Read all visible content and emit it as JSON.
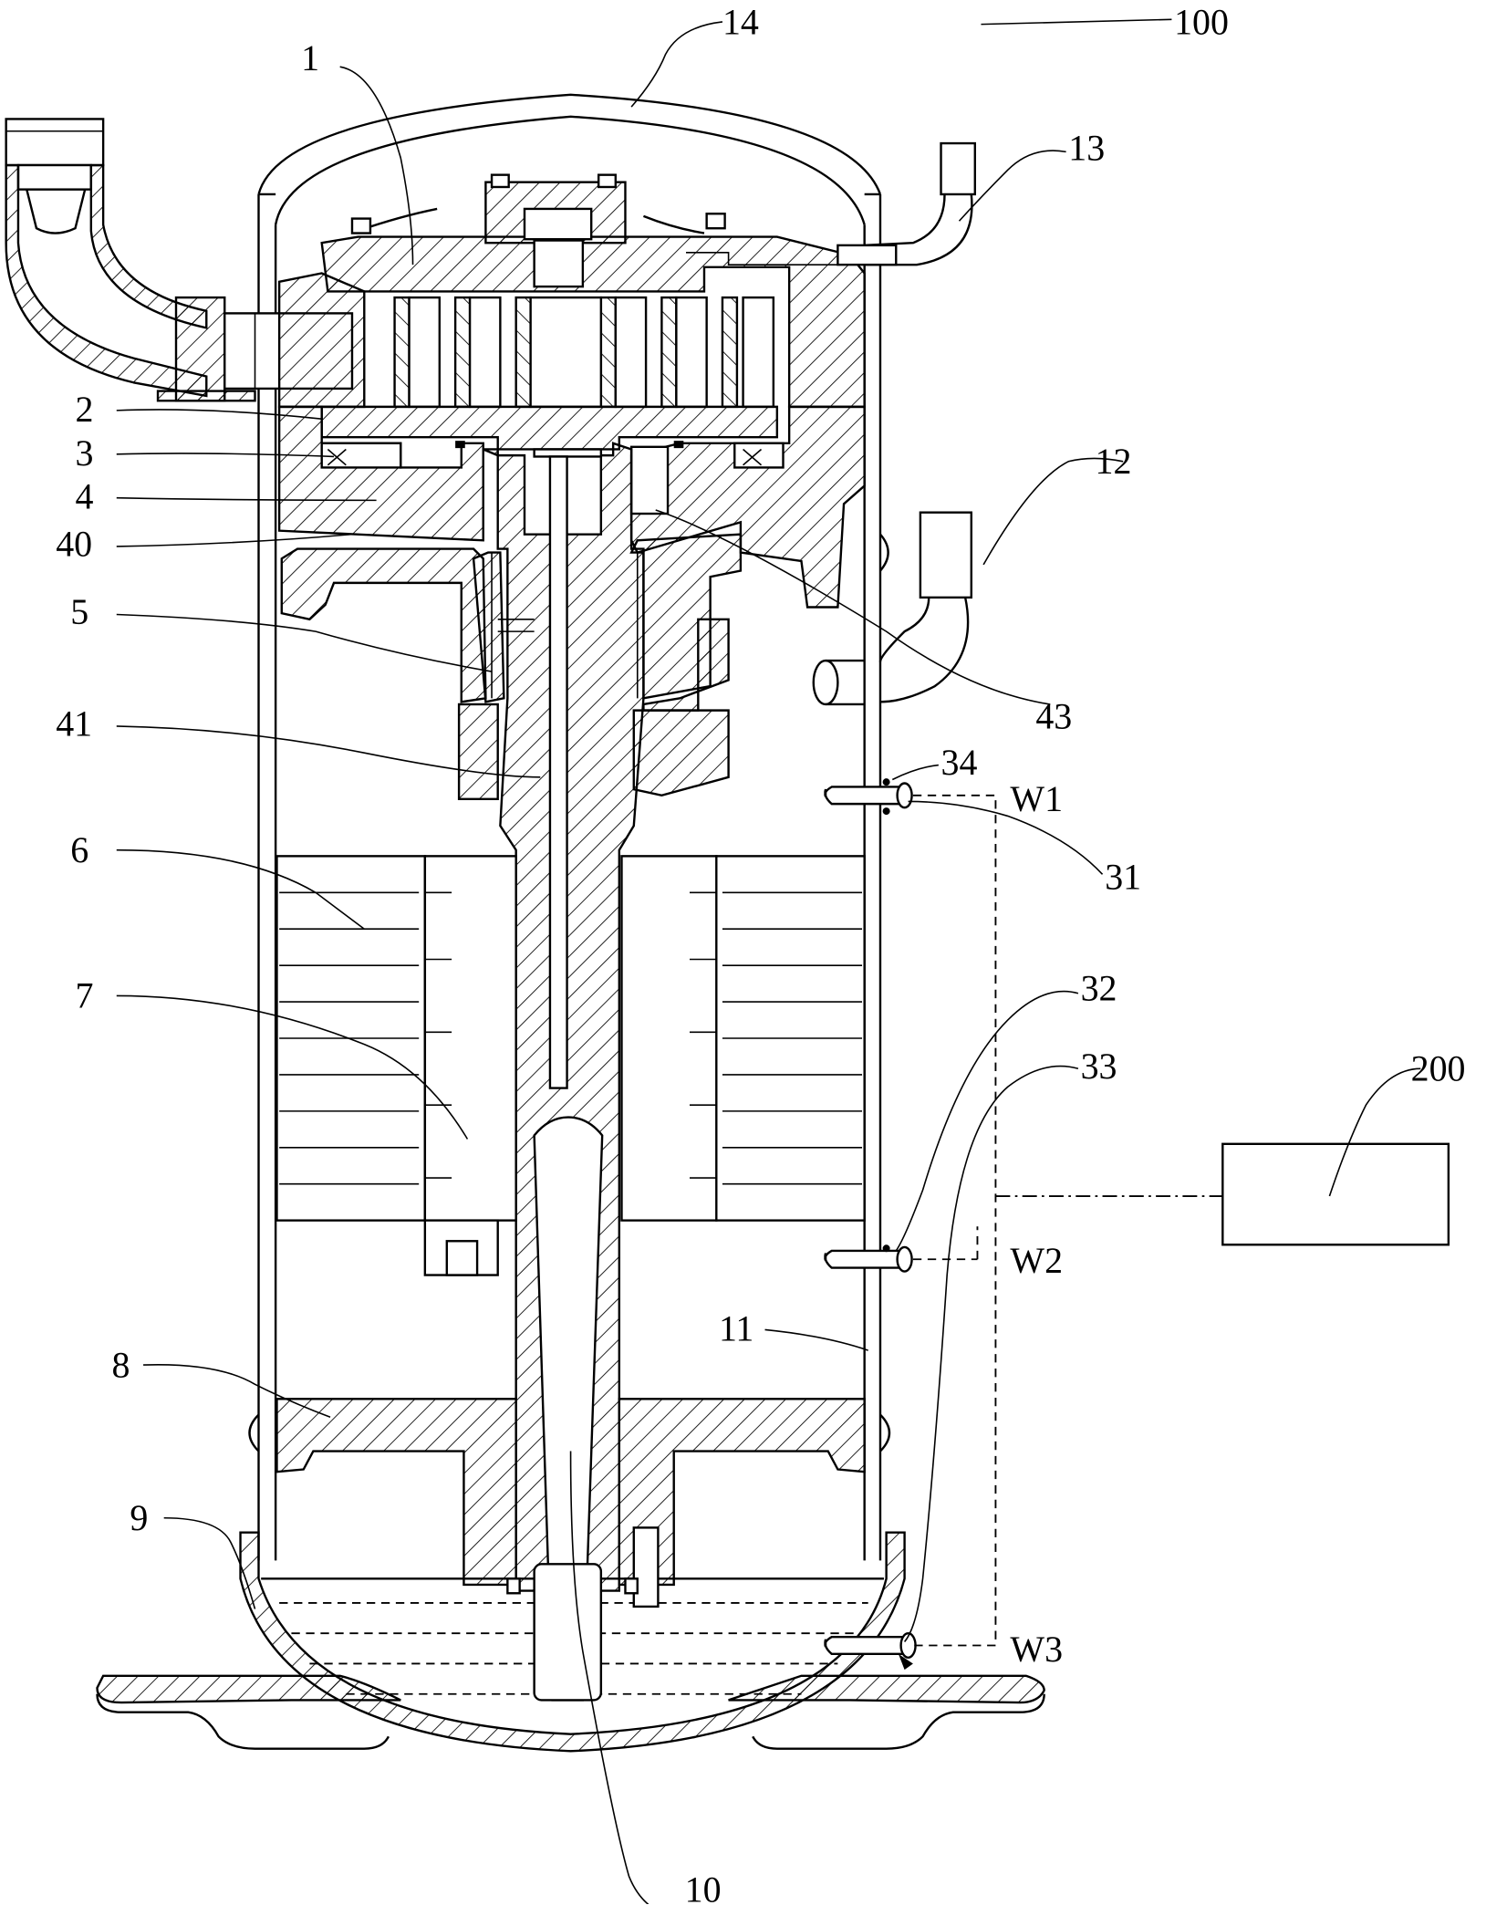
{
  "figure": {
    "title": "",
    "labels": {
      "l1": "1",
      "l2": "2",
      "l3": "3",
      "l4": "4",
      "l5": "5",
      "l6": "6",
      "l7": "7",
      "l8": "8",
      "l9": "9",
      "l10": "10",
      "l11": "11",
      "l12": "12",
      "l13": "13",
      "l14": "14",
      "l31": "31",
      "l32": "32",
      "l33": "33",
      "l34": "34",
      "l40": "40",
      "l41": "41",
      "l43": "43",
      "l100": "100",
      "l200": "200",
      "w1": "W1",
      "w2": "W2",
      "w3": "W3"
    }
  }
}
